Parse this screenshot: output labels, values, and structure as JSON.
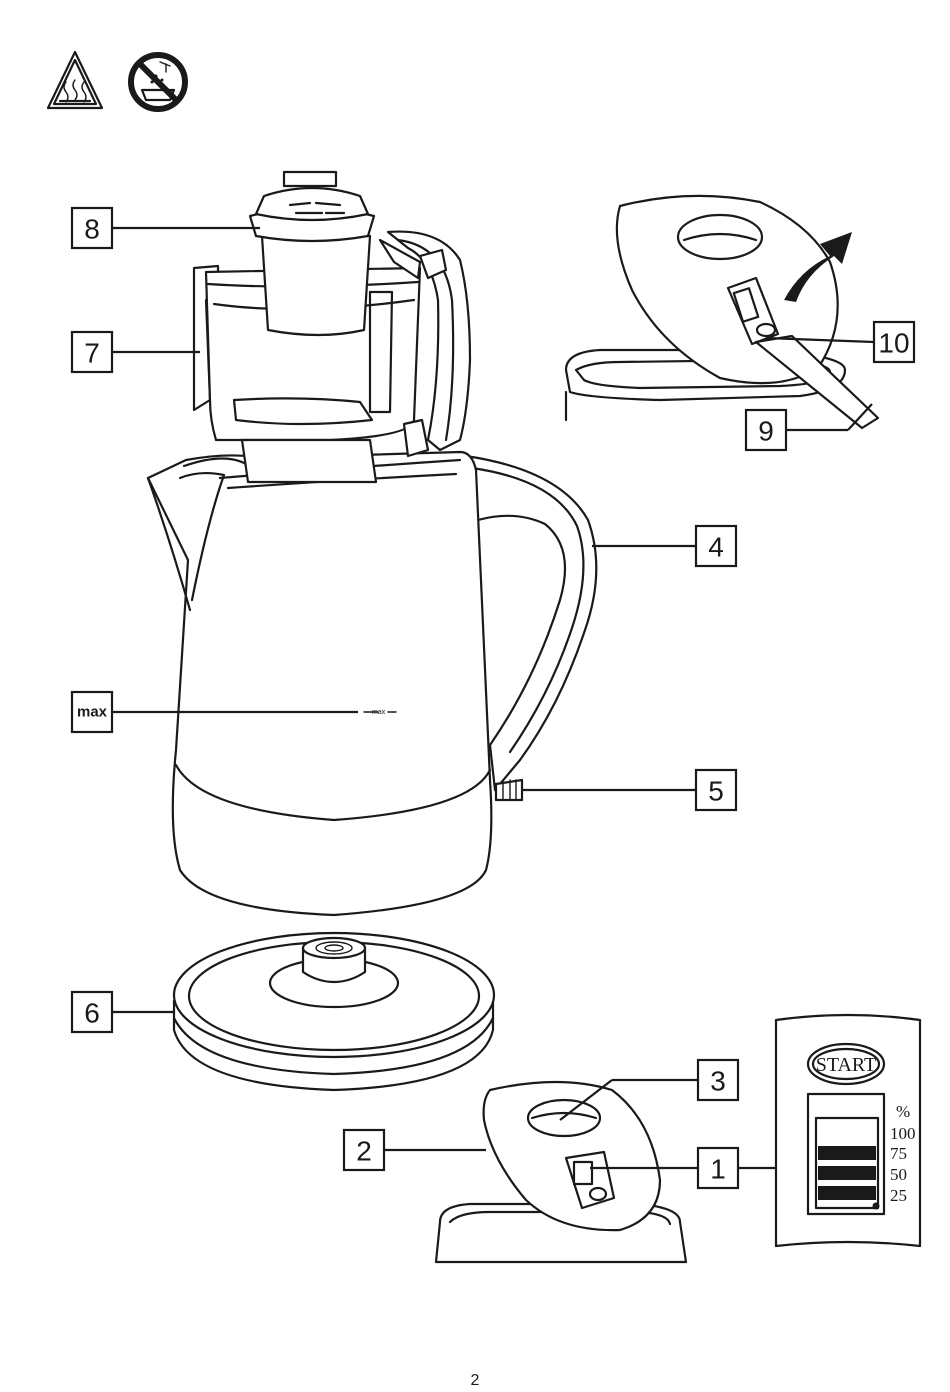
{
  "labels": {
    "l1": "1",
    "l2": "2",
    "l3": "3",
    "l4": "4",
    "l5": "5",
    "l6": "6",
    "l7": "7",
    "l8": "8",
    "l9": "9",
    "l10": "10",
    "max": "max"
  },
  "kettle_mark": "max",
  "panel": {
    "start": "START",
    "percent": "%",
    "levels": [
      "100",
      "75",
      "50",
      "25"
    ]
  },
  "icons": [
    "hot-surface-warning-icon",
    "no-immersion-icon"
  ],
  "page_number": "2"
}
